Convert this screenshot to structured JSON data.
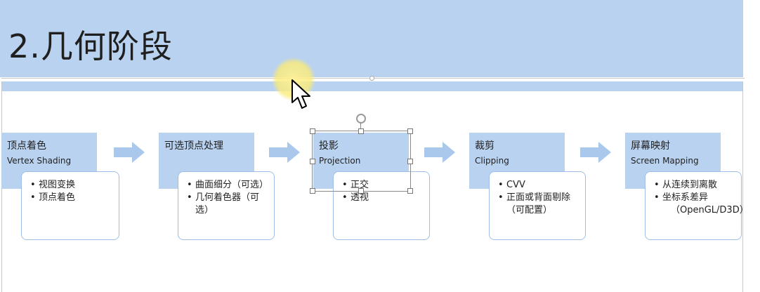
{
  "slide": {
    "title": "2.几何阶段"
  },
  "stages": [
    {
      "cn": "顶点着色",
      "en": "Vertex Shading",
      "items": [
        "视图变换",
        "顶点着色"
      ]
    },
    {
      "cn": "可选顶点处理",
      "en": "",
      "items": [
        "曲面细分（可选）",
        "几何着色器（可选）"
      ]
    },
    {
      "cn": "投影",
      "en": "Projection",
      "items": [
        "正交",
        "透视"
      ]
    },
    {
      "cn": "裁剪",
      "en": "Clipping",
      "items": [
        "CVV",
        "正面或背面剔除（可配置）"
      ]
    },
    {
      "cn": "屏幕映射",
      "en": "Screen Mapping",
      "items": [
        "从连续到离散",
        "坐标系差异"
      ],
      "note": "（OpenGL/D3D）"
    }
  ],
  "colors": {
    "band": "#b9d2ef",
    "border": "#9fbfe6",
    "arrow": "#a9c8ec"
  },
  "icons": {
    "cursor": "mouse-pointer-icon",
    "rotate": "rotate-handle-icon"
  }
}
